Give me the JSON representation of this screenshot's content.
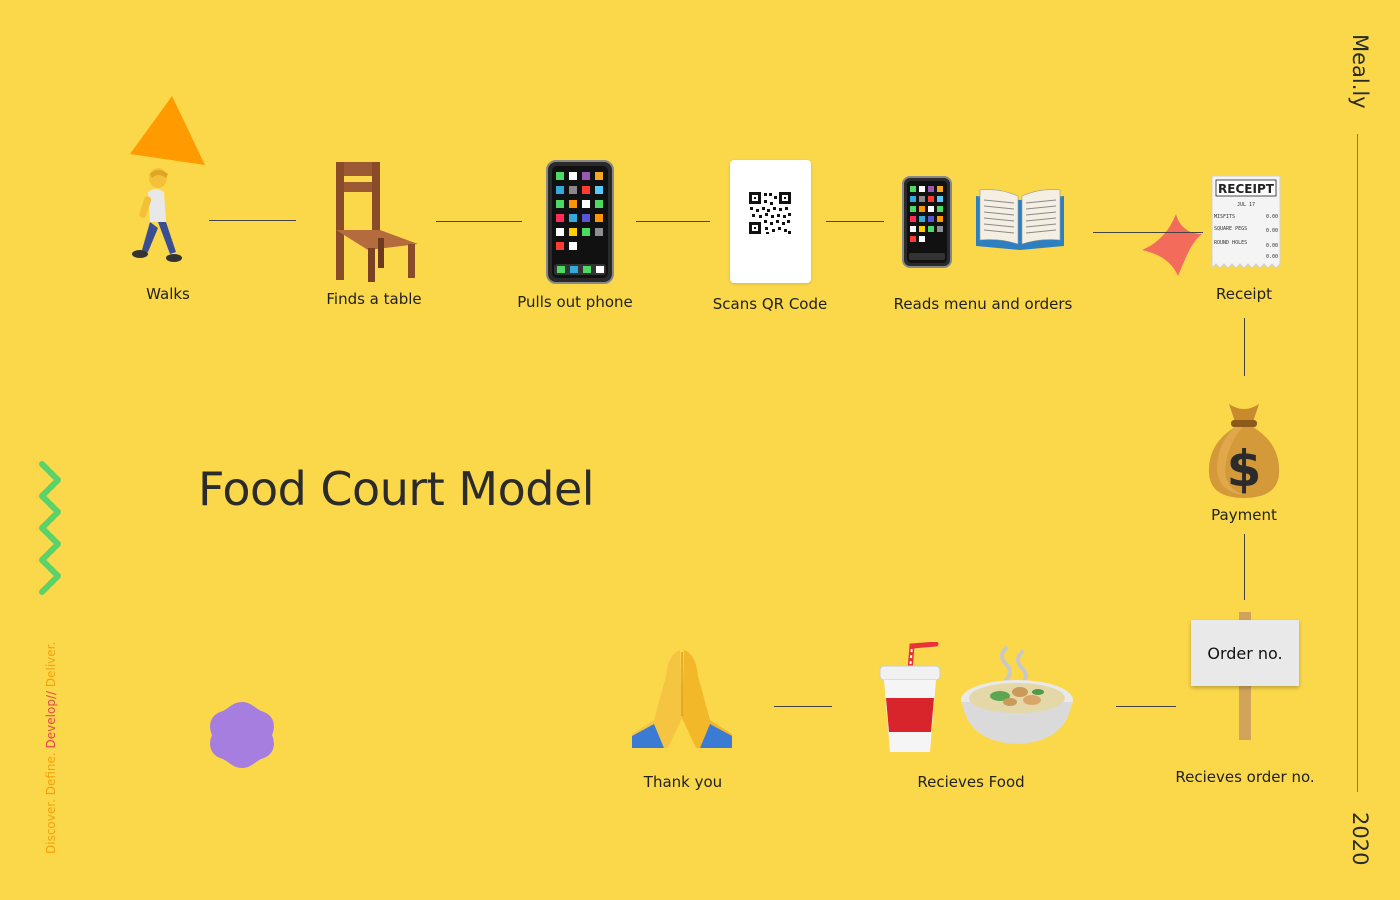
{
  "brand": "Meal.ly",
  "year": "2020",
  "title": "Food Court Model",
  "phases": {
    "discover": "Discover.",
    "define": "Define.",
    "develop": "Develop",
    "separator": "//",
    "deliver": "Deliver."
  },
  "steps": {
    "walks": "Walks",
    "finds_table": "Finds a table",
    "pulls_phone": "Pulls out phone",
    "scans_qr": "Scans QR Code",
    "reads_menu": "Reads menu and orders",
    "receipt": "Receipt",
    "payment": "Payment",
    "order_no": "Recieves order no.",
    "recieves_food": "Recieves Food",
    "thank_you": "Thank you"
  },
  "sign_text": "Order no.",
  "receipt": {
    "header": "RECEIPT",
    "date": "JUL 17",
    "lines": [
      {
        "item": "MISFITS",
        "price": "0.00"
      },
      {
        "item": "SQUARE PEGS",
        "price": "0.00"
      },
      {
        "item": "ROUND HOLES",
        "price": "0.00"
      },
      {
        "item": "",
        "price": "0.00"
      }
    ]
  },
  "colors": {
    "background": "#FBD84A",
    "accent_red": "#E5484D",
    "accent_orange": "#F2A20F",
    "zigzag_green": "#5BD26A",
    "blob_purple": "#A57EE0",
    "star_coral": "#F26B5B"
  }
}
